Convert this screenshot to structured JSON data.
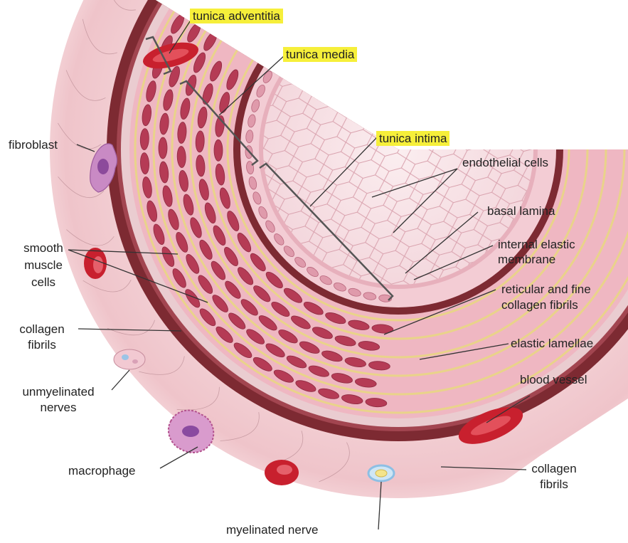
{
  "colors": {
    "adventitia": "#f0c6cc",
    "media_band": "#efb7c2",
    "smooth_muscle": "#b53b55",
    "elastic": "#e9d38a",
    "dark_border": "#7d2a32",
    "blood": "#c8202e",
    "highlight": "#f6ef3a",
    "leader": "#333333"
  },
  "labels": {
    "tunica_adventitia": "tunica adventitia",
    "tunica_media": "tunica  media",
    "tunica_intima": "tunica  intima",
    "endothelial_cells": "endothelial cells",
    "basal_lamina": "basal lamina",
    "internal_elastic_1": "internal elastic",
    "internal_elastic_2": "membrane",
    "reticular_1": "reticular and fine",
    "reticular_2": "collagen fibrils",
    "elastic_lamellae": "elastic lamellae",
    "blood_vessel": "blood vessel",
    "collagen_right_1": "collagen",
    "collagen_right_2": "fibrils",
    "myelinated_nerve": "myelinated nerve",
    "macrophage": "macrophage",
    "unmyelinated_1": "unmyelinated",
    "unmyelinated_2": "nerves",
    "collagen_left_1": "collagen",
    "collagen_left_2": "fibrils",
    "smooth_1": "smooth",
    "smooth_2": "muscle",
    "smooth_3": "cells",
    "fibroblast": "fibroblast"
  }
}
